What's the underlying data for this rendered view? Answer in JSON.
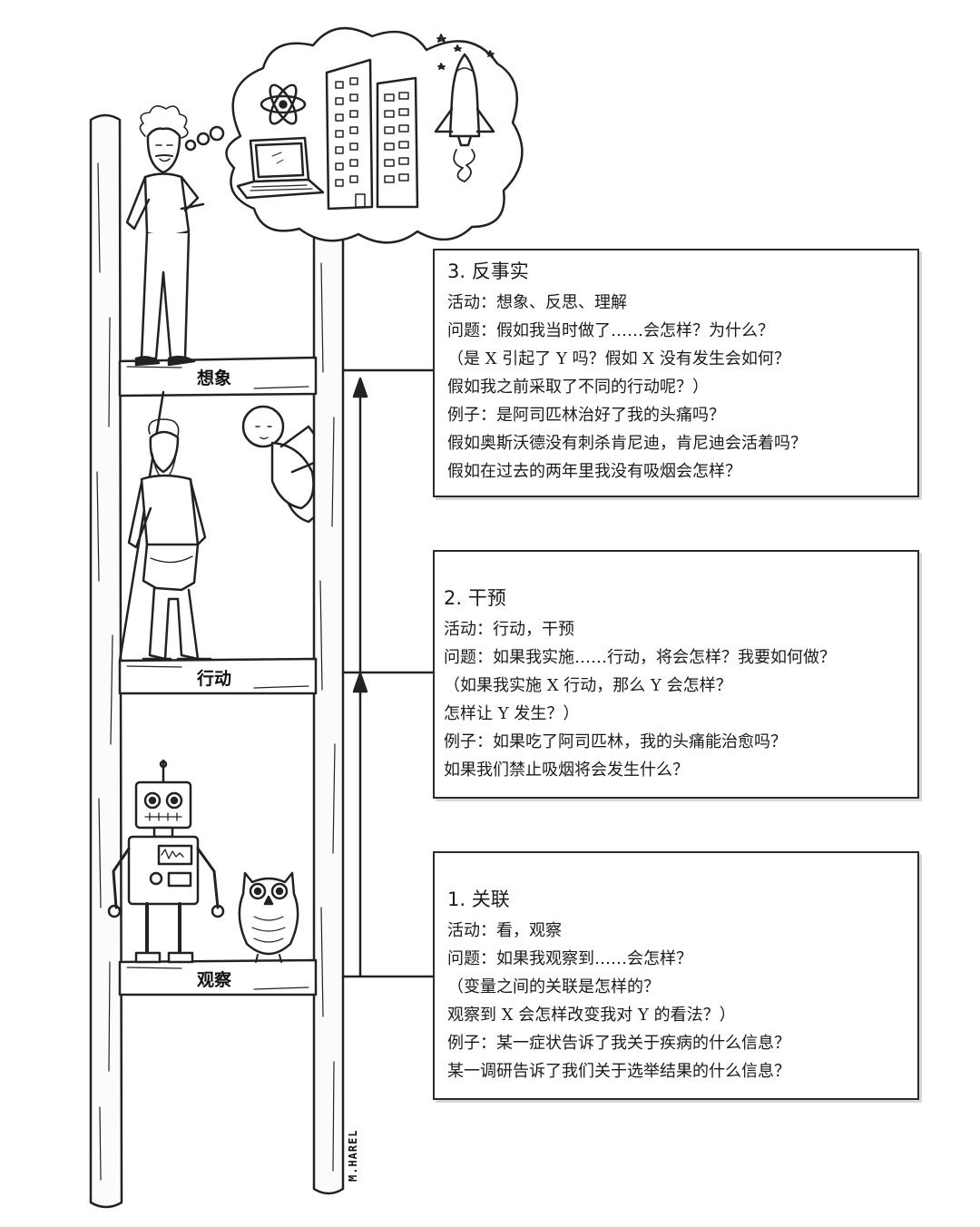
{
  "rungs": {
    "top": "想象",
    "middle": "行动",
    "bottom": "观察"
  },
  "signature": "M.HAREL",
  "boxes": {
    "counterfactual": {
      "title": "3. 反事实",
      "lines": [
        "活动：想象、反思、理解",
        "问题：假如我当时做了……会怎样？为什么？",
        "（是 X 引起了 Y 吗？假如 X 没有发生会如何？",
        "假如我之前采取了不同的行动呢？）",
        "例子：是阿司匹林治好了我的头痛吗？",
        "假如奥斯沃德没有刺杀肯尼迪，肯尼迪会活着吗？",
        "假如在过去的两年里我没有吸烟会怎样？"
      ]
    },
    "intervention": {
      "title": "2. 干预",
      "lines": [
        "活动：行动，干预",
        "问题：如果我实施……行动，将会怎样？我要如何做？",
        "（如果我实施 X 行动，那么 Y 会怎样？",
        "怎样让 Y 发生？）",
        "例子：如果吃了阿司匹林，我的头痛能治愈吗？",
        "如果我们禁止吸烟将会发生什么？"
      ]
    },
    "association": {
      "title": "1. 关联",
      "lines": [
        "活动：看，观察",
        "问题：如果我观察到……会怎样？",
        "（变量之间的关联是怎样的？",
        "观察到 X 会怎样改变我对 Y 的看法？）",
        "例子：某一症状告诉了我关于疾病的什么信息？",
        "某一调研告诉了我们关于选举结果的什么信息？"
      ]
    }
  }
}
